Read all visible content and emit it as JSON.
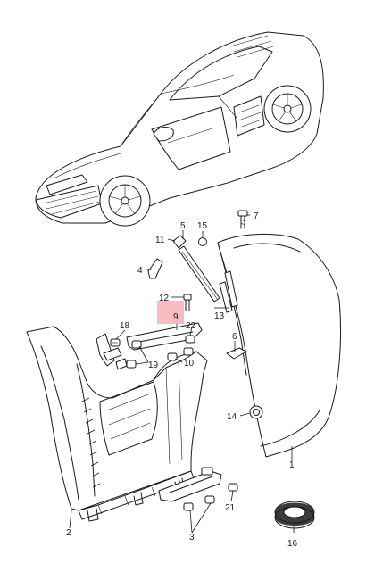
{
  "callouts": [
    {
      "id": "c1",
      "text": "1"
    },
    {
      "id": "c2",
      "text": "2"
    },
    {
      "id": "c3",
      "text": "3"
    },
    {
      "id": "c4",
      "text": "4"
    },
    {
      "id": "c5",
      "text": "5"
    },
    {
      "id": "c6",
      "text": "6"
    },
    {
      "id": "c7",
      "text": "7"
    },
    {
      "id": "c9",
      "text": "9"
    },
    {
      "id": "c10",
      "text": "10"
    },
    {
      "id": "c11",
      "text": "11"
    },
    {
      "id": "c12",
      "text": "12"
    },
    {
      "id": "c13",
      "text": "13"
    },
    {
      "id": "c14",
      "text": "14"
    },
    {
      "id": "c15",
      "text": "15"
    },
    {
      "id": "c16",
      "text": "16"
    },
    {
      "id": "c18",
      "text": "18"
    },
    {
      "id": "c19",
      "text": "19"
    },
    {
      "id": "c21",
      "text": "21"
    },
    {
      "id": "c22",
      "text": "22"
    }
  ],
  "highlight_color": "#f4a6ad",
  "highlighted_callout": "9"
}
